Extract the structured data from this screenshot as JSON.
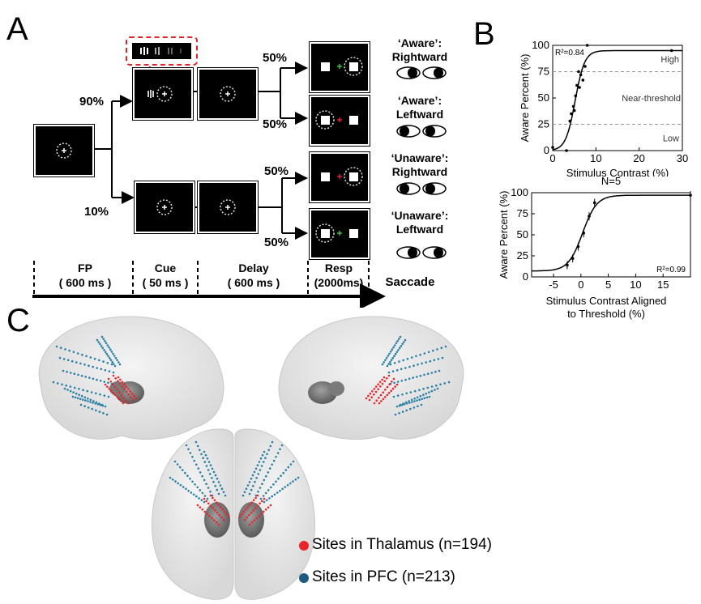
{
  "panels": {
    "A": "A",
    "B": "B",
    "C": "C"
  },
  "panel_a": {
    "branch_pcts": {
      "top": "90%",
      "bottom": "10%",
      "resp1": "50%",
      "resp2": "50%",
      "resp3": "50%",
      "resp4": "50%"
    },
    "outcomes": [
      {
        "line1": "‘Aware’:",
        "line2": "Rightward"
      },
      {
        "line1": "‘Aware’:",
        "line2": "Leftward"
      },
      {
        "line1": "‘Unaware’:",
        "line2": "Rightward"
      },
      {
        "line1": "‘Unaware’:",
        "line2": "Leftward"
      }
    ],
    "stages": [
      {
        "name": "FP",
        "duration": "( 600 ms )"
      },
      {
        "name": "Cue",
        "duration": "( 50 ms )"
      },
      {
        "name": "Delay",
        "duration": "( 600 ms )"
      },
      {
        "name": "Resp",
        "duration": "(2000ms)"
      },
      {
        "name": "Saccade",
        "duration": ""
      }
    ],
    "colors": {
      "highlight": "#e0242a",
      "green_fix": "#3cc13c",
      "red_fix": "#e0242a"
    }
  },
  "chart_data": [
    {
      "type": "scatter",
      "title": "",
      "xlabel": "Stimulus Contrast (%)",
      "ylabel": "Aware Percent (%)",
      "xlim": [
        0,
        30
      ],
      "ylim": [
        0,
        100
      ],
      "xticks": [
        0,
        10,
        20,
        30
      ],
      "yticks": [
        0,
        25,
        50,
        75,
        100
      ],
      "annotation": "R²=0.84",
      "region_labels": [
        "High",
        "Near-threshold",
        "Low"
      ],
      "threshold_lines": [
        25,
        75
      ],
      "x": [
        0,
        3.2,
        4.0,
        4.3,
        4.8,
        5.0,
        5.3,
        5.6,
        6.0,
        6.2,
        6.5,
        7.0,
        7.5,
        8.0,
        27.5
      ],
      "y": [
        3,
        0,
        28,
        35,
        42,
        38,
        52,
        62,
        75,
        60,
        72,
        67,
        80,
        100,
        95
      ],
      "fit": "sigmoid"
    },
    {
      "type": "line",
      "title": "N=5",
      "xlabel": "Stimulus Contrast Aligned to Threshold (%)",
      "xlabel_line1": "Stimulus Contrast Aligned",
      "xlabel_line2": "to Threshold (%)",
      "ylabel": "Aware Percent (%)",
      "xlim": [
        -9,
        20
      ],
      "ylim": [
        0,
        100
      ],
      "xticks": [
        -5,
        0,
        5,
        10,
        15
      ],
      "yticks": [
        0,
        25,
        50,
        75,
        100
      ],
      "annotation": "R²=0.99",
      "x": [
        -2.5,
        -1.5,
        -0.5,
        0.5,
        1.5,
        2.5,
        20
      ],
      "y": [
        14,
        22,
        36,
        52,
        72,
        88,
        97
      ],
      "fit": "sigmoid"
    }
  ],
  "panel_c": {
    "legend": [
      {
        "label": "Sites in Thalamus (n=194)",
        "color": "#e8262a"
      },
      {
        "label": "Sites in PFC (n=213)",
        "color": "#1f5a80"
      }
    ],
    "colors": {
      "thalamus": "#e8262a",
      "pfc": "#2a7fa6"
    }
  }
}
